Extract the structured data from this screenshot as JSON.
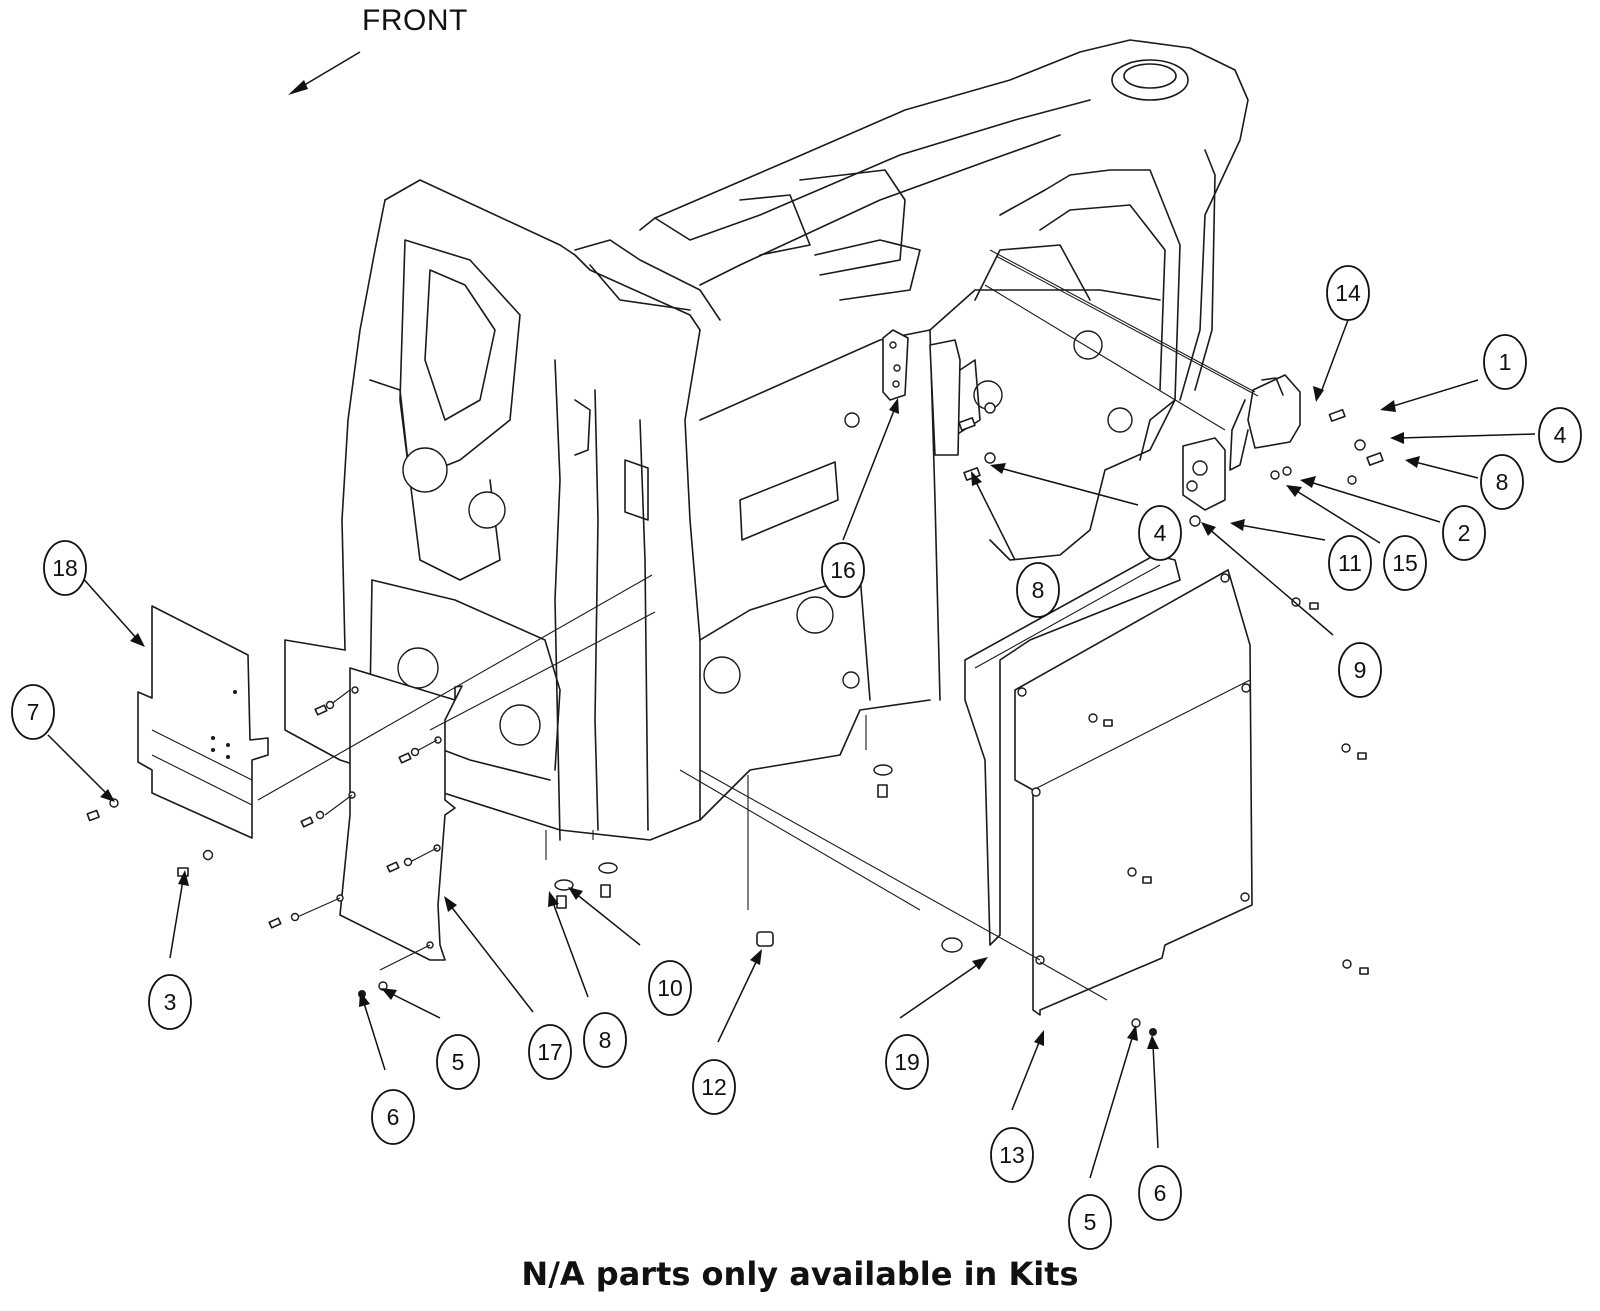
{
  "front_label": "FRONT",
  "footnote": "N/A parts only available in Kits",
  "callouts": [
    "1",
    "2",
    "3",
    "4",
    "4",
    "5",
    "5",
    "6",
    "6",
    "7",
    "8",
    "8",
    "8",
    "9",
    "10",
    "11",
    "12",
    "13",
    "14",
    "15",
    "16",
    "17",
    "18",
    "19"
  ]
}
